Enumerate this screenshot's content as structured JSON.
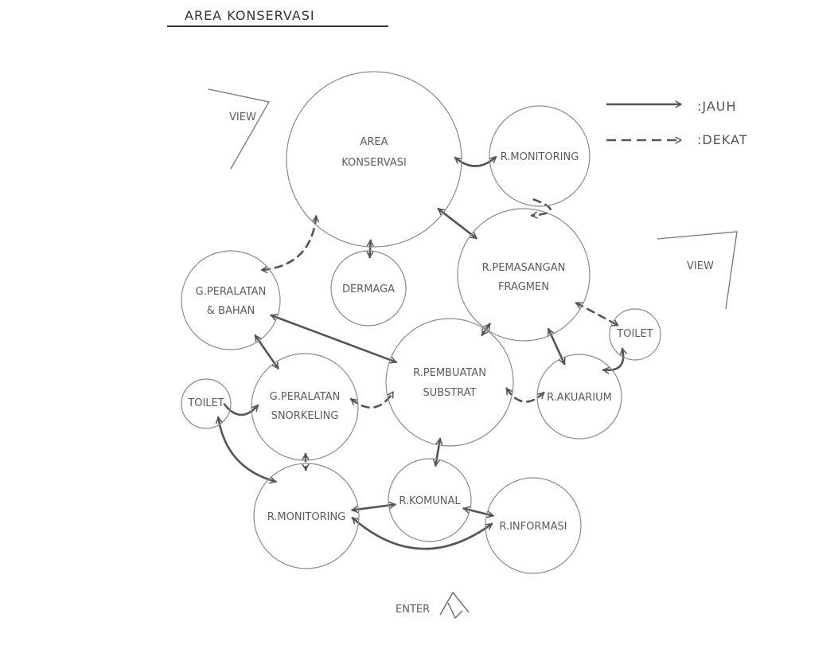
{
  "title": "AREA KONSERVASI",
  "legend": {
    "solid_label": ":JAUH",
    "dashed_label": ":DEKAT"
  },
  "view_labels": [
    "VIEW",
    "VIEW"
  ],
  "enter_label": "ENTER",
  "nodes": [
    {
      "id": "area-konservasi",
      "lines": [
        "AREA",
        "KONSERVASI"
      ]
    },
    {
      "id": "monitoring-top",
      "lines": [
        "R.MONITORING"
      ]
    },
    {
      "id": "pemasangan-fragmen",
      "lines": [
        "R.PEMASANGAN",
        "FRAGMEN"
      ]
    },
    {
      "id": "dermaga",
      "lines": [
        "DERMAGA"
      ]
    },
    {
      "id": "peralatan-bahan",
      "lines": [
        "G.PERALATAN",
        "& BAHAN"
      ]
    },
    {
      "id": "toilet-right",
      "lines": [
        "TOILET"
      ]
    },
    {
      "id": "pembuatan-substrat",
      "lines": [
        "R.PEMBUATAN",
        "SUBSTRAT"
      ]
    },
    {
      "id": "akuarium",
      "lines": [
        "R.AKUARIUM"
      ]
    },
    {
      "id": "peralatan-snorkeling",
      "lines": [
        "G.PERALATAN",
        "SNORKELING"
      ]
    },
    {
      "id": "toilet-left",
      "lines": [
        "TOILET"
      ]
    },
    {
      "id": "monitoring-bottom",
      "lines": [
        "R.MONITORING"
      ]
    },
    {
      "id": "komunal",
      "lines": [
        "R.KOMUNAL"
      ]
    },
    {
      "id": "informasi",
      "lines": [
        "R.INFORMASI"
      ]
    }
  ],
  "relations": [
    {
      "from": "area-konservasi",
      "to": "monitoring-top",
      "type": "solid"
    },
    {
      "from": "area-konservasi",
      "to": "pemasangan-fragmen",
      "type": "solid"
    },
    {
      "from": "area-konservasi",
      "to": "dermaga",
      "type": "solid"
    },
    {
      "from": "area-konservasi",
      "to": "peralatan-bahan",
      "type": "dashed"
    },
    {
      "from": "monitoring-top",
      "to": "pemasangan-fragmen",
      "type": "dashed"
    },
    {
      "from": "pemasangan-fragmen",
      "to": "pembuatan-substrat",
      "type": "solid"
    },
    {
      "from": "pemasangan-fragmen",
      "to": "akuarium",
      "type": "solid"
    },
    {
      "from": "pemasangan-fragmen",
      "to": "toilet-right",
      "type": "dashed"
    },
    {
      "from": "toilet-right",
      "to": "akuarium",
      "type": "solid"
    },
    {
      "from": "peralatan-bahan",
      "to": "pembuatan-substrat",
      "type": "solid"
    },
    {
      "from": "peralatan-bahan",
      "to": "peralatan-snorkeling",
      "type": "solid"
    },
    {
      "from": "peralatan-snorkeling",
      "to": "pembuatan-substrat",
      "type": "dashed"
    },
    {
      "from": "pembuatan-substrat",
      "to": "akuarium",
      "type": "dashed"
    },
    {
      "from": "toilet-left",
      "to": "peralatan-snorkeling",
      "type": "solid"
    },
    {
      "from": "toilet-left",
      "to": "monitoring-bottom",
      "type": "solid"
    },
    {
      "from": "peralatan-snorkeling",
      "to": "monitoring-bottom",
      "type": "dashed"
    },
    {
      "from": "pembuatan-substrat",
      "to": "komunal",
      "type": "solid"
    },
    {
      "from": "monitoring-bottom",
      "to": "komunal",
      "type": "solid"
    },
    {
      "from": "komunal",
      "to": "informasi",
      "type": "solid"
    },
    {
      "from": "monitoring-bottom",
      "to": "informasi",
      "type": "solid"
    }
  ],
  "colors": {
    "line": "#555555",
    "circle": "#8a8a8a",
    "text": "#5c5c5c"
  }
}
